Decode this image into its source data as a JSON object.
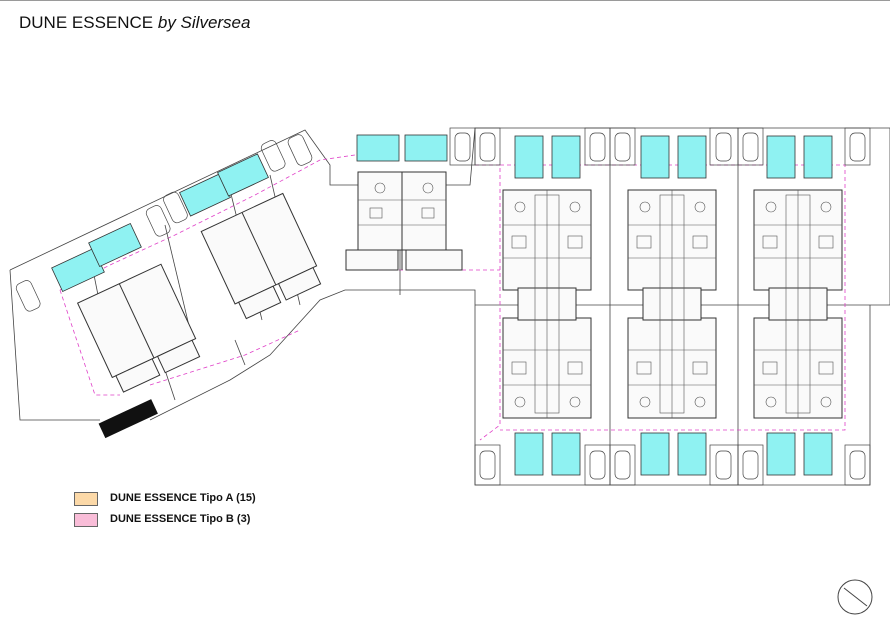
{
  "title": {
    "brand": "DUNE ESSENCE",
    "by": "by Silversea"
  },
  "legend": [
    {
      "label": "DUNE ESSENCE Tipo A (15)",
      "color": "#fcd9a8"
    },
    {
      "label": "DUNE ESSENCE Tipo B (3)",
      "color": "#f9bdd8"
    }
  ],
  "colors": {
    "pool": "#8ff2f2",
    "boundary": "#e040c8",
    "wall": "#333333",
    "lot_line": "#444444",
    "solid": "#111111"
  },
  "icons": {
    "compass": "north-arrow-icon",
    "car": "car-icon",
    "pool": "pool-icon"
  }
}
